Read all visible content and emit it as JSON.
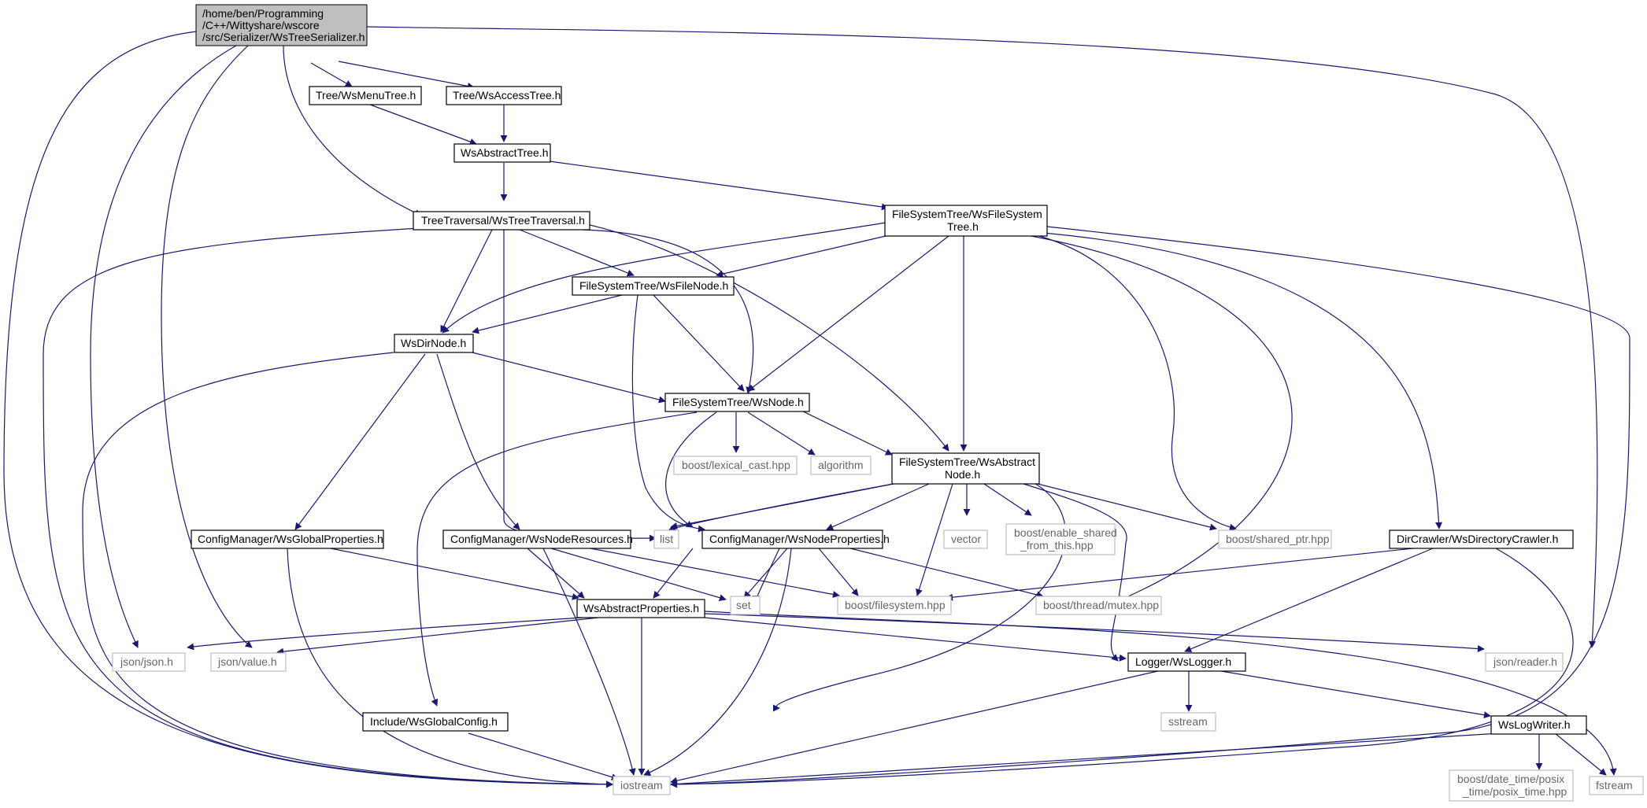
{
  "colors": {
    "edge": "#191970",
    "root_fill": "#bfbfbf",
    "box_stroke": "#000000",
    "ext_stroke": "#bfbfbf",
    "ext_text": "#666666"
  },
  "nodes": {
    "root": [
      "/home/ben/Programming",
      "/C++/Wittyshare/wscore",
      "/src/Serializer/WsTreeSerializer.h"
    ],
    "menutree": [
      "Tree/WsMenuTree.h"
    ],
    "accesstree": [
      "Tree/WsAccessTree.h"
    ],
    "abstracttree": [
      "WsAbstractTree.h"
    ],
    "treetraversal": [
      "TreeTraversal/WsTreeTraversal.h"
    ],
    "filesystemtree": [
      "FileSystemTree/WsFileSystem",
      "Tree.h"
    ],
    "filenode": [
      "FileSystemTree/WsFileNode.h"
    ],
    "dirnode": [
      "WsDirNode.h"
    ],
    "node": [
      "FileSystemTree/WsNode.h"
    ],
    "lexicalcast": [
      "boost/lexical_cast.hpp"
    ],
    "algorithm": [
      "algorithm"
    ],
    "abstractnode": [
      "FileSystemTree/WsAbstract",
      "Node.h"
    ],
    "globalproperties": [
      "ConfigManager/WsGlobalProperties.h"
    ],
    "noderesources": [
      "ConfigManager/WsNodeResources.h"
    ],
    "list": [
      "list"
    ],
    "nodeproperties": [
      "ConfigManager/WsNodeProperties.h"
    ],
    "vector": [
      "vector"
    ],
    "enableshared": [
      "boost/enable_shared",
      "_from_this.hpp"
    ],
    "sharedptr": [
      "boost/shared_ptr.hpp"
    ],
    "dircrawler": [
      "DirCrawler/WsDirectoryCrawler.h"
    ],
    "abstractproperties": [
      "WsAbstractProperties.h"
    ],
    "set": [
      "set"
    ],
    "filesystem": [
      "boost/filesystem.hpp"
    ],
    "mutex": [
      "boost/thread/mutex.hpp"
    ],
    "jsonjson": [
      "json/json.h"
    ],
    "jsonvalue": [
      "json/value.h"
    ],
    "logger": [
      "Logger/WsLogger.h"
    ],
    "jsonreader": [
      "json/reader.h"
    ],
    "sstream": [
      "sstream"
    ],
    "globalconfig": [
      "Include/WsGlobalConfig.h"
    ],
    "logwriter": [
      "WsLogWriter.h"
    ],
    "iostream": [
      "iostream"
    ],
    "posixtime": [
      "boost/date_time/posix",
      "_time/posix_time.hpp"
    ],
    "fstream": [
      "fstream"
    ]
  }
}
